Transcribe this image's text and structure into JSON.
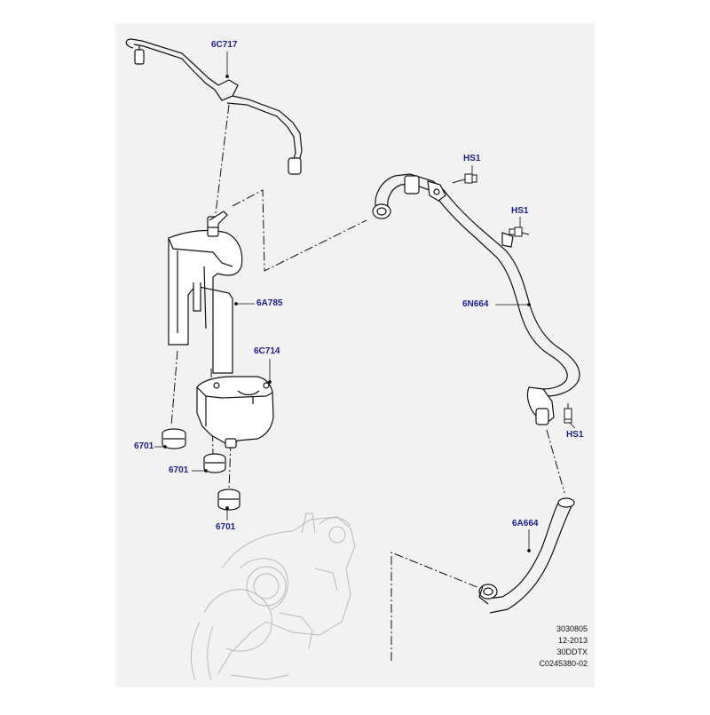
{
  "labels": {
    "hose_top": "6C717",
    "separator": "6A785",
    "housing": "6C714",
    "seal_left": "6701",
    "seal_mid": "6701",
    "seal_bottom": "6701",
    "hs1_top": "HS1",
    "hs1_mid": "HS1",
    "hs1_right": "HS1",
    "pipe_main": "6N664",
    "hose_lower": "6A664"
  },
  "reference": {
    "line1": "3030805",
    "line2": "12-2013",
    "line3": "30DDTX",
    "line4": "C0245380-02"
  },
  "colors": {
    "label": "#1c1c8c",
    "line": "#111111",
    "frame_bg": "#f2f2f2"
  }
}
